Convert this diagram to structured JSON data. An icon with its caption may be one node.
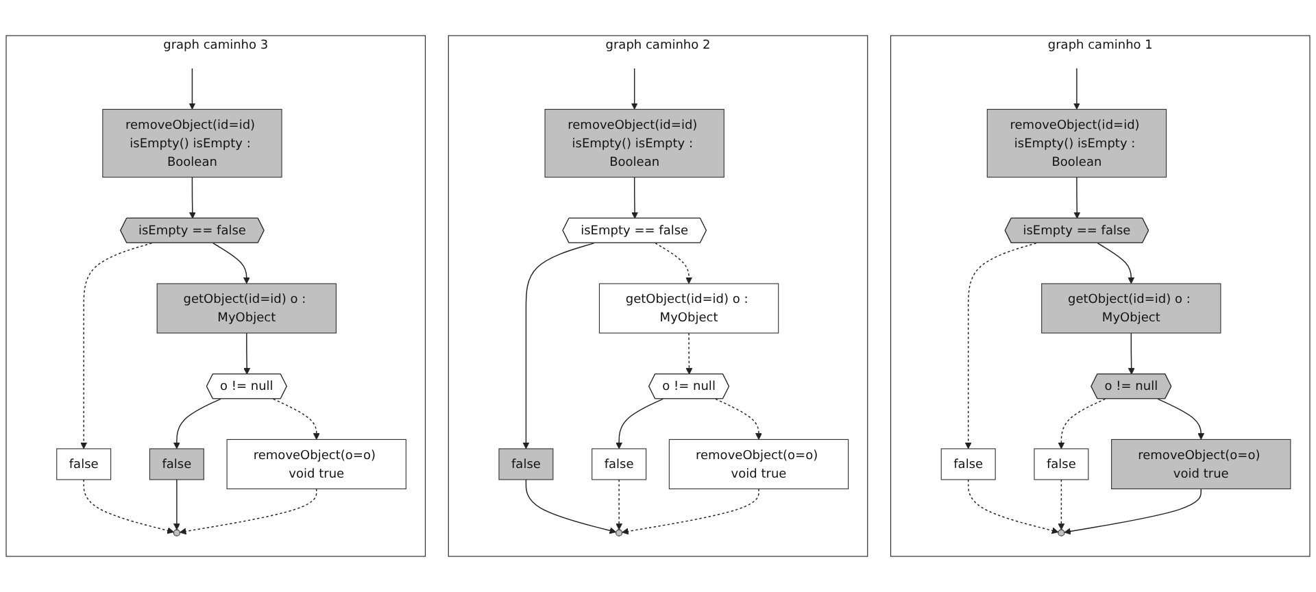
{
  "diagram": {
    "nodes": [
      {
        "text": [
          "graph caminho 1"
        ]
      },
      {
        "text": [
          "removeObject(id=id) isEmpty() isEmpty : Boolean"
        ],
        "in": 0
      },
      {
        "text": [
          "isEmpty == false"
        ],
        "in": 0
      },
      {
        "text": [
          "false"
        ],
        "in": 0
      },
      {
        "text": [
          "getObject(id=id) o : MyObject"
        ],
        "in": 0
      },
      {
        "text": [
          "o != null"
        ],
        "in": 0
      },
      {
        "text": [
          "false"
        ],
        "in": 0
      },
      {
        "text": [
          "removeObject(o=o) void true"
        ],
        "in": 0
      },
      {
        "text": [],
        "shape": "circle",
        "in": 0
      },
      {
        "text": [
          "graph caminho 2"
        ]
      },
      {
        "text": [
          "removeObject(id=id) isEmpty() isEmpty : Boolean"
        ],
        "in": 9
      },
      {
        "text": [
          "isEmpty == false"
        ],
        "in": 9
      },
      {
        "text": [
          "false"
        ],
        "in": 9
      },
      {
        "text": [
          "getObject(id=id) o : MyObject"
        ],
        "in": 9
      },
      {
        "text": [
          "o != null"
        ],
        "in": 9
      },
      {
        "text": [
          "false"
        ],
        "in": 9
      },
      {
        "text": [
          "removeObject(o=o) void true"
        ],
        "in": 9
      },
      {
        "text": [],
        "shape": "circle",
        "in": 9
      },
      {
        "text": [
          "graph caminho 3"
        ]
      },
      {
        "text": [
          "removeObject(id=id) isEmpty() isEmpty : Boolean"
        ],
        "in": 18
      },
      {
        "text": [
          "isEmpty == false"
        ],
        "in": 18
      },
      {
        "text": [
          "false"
        ],
        "in": 18
      },
      {
        "text": [
          "getObject(id=id) o : MyObject"
        ],
        "in": 18
      },
      {
        "text": [
          "o != null"
        ],
        "in": 18
      },
      {
        "text": [
          "false"
        ],
        "in": 18
      },
      {
        "text": [
          "removeObject(o=o) void true"
        ],
        "in": 18
      },
      {
        "text": [],
        "shape": "circle",
        "in": 18
      }
    ],
    "edges": [
      {
        "from": null,
        "to": 1,
        "arrow": "to"
      },
      {
        "from": 1,
        "to": 2,
        "arrow": "to"
      },
      {
        "from": 2,
        "to": 3,
        "arrow": "to",
        "style": "dashed"
      },
      {
        "from": 3,
        "to": 8,
        "arrow": "to",
        "style": "dashed"
      },
      {
        "from": 2,
        "to": 4,
        "arrow": "to"
      },
      {
        "from": 4,
        "to": 5,
        "arrow": "to"
      },
      {
        "from": 5,
        "to": 6,
        "arrow": "to",
        "style": "dashed"
      },
      {
        "from": 6,
        "to": 8,
        "arrow": "to",
        "style": "dashed"
      },
      {
        "from": 5,
        "to": 7,
        "arrow": "to"
      },
      {
        "from": 7,
        "to": 8,
        "arrow": "to"
      },
      {
        "from": null,
        "to": 10,
        "arrow": "to"
      },
      {
        "from": 10,
        "to": 11,
        "arrow": "to"
      },
      {
        "from": 11,
        "to": 12,
        "arrow": "to"
      },
      {
        "from": 12,
        "to": 17,
        "arrow": "to"
      },
      {
        "from": 11,
        "to": 13,
        "arrow": "to",
        "style": "dashed"
      },
      {
        "from": 13,
        "to": 14,
        "arrow": "to",
        "style": "dashed"
      },
      {
        "from": 14,
        "to": 15,
        "arrow": "to"
      },
      {
        "from": 15,
        "to": 17,
        "arrow": "to",
        "style": "dashed"
      },
      {
        "from": 14,
        "to": 16,
        "arrow": "to",
        "style": "dashed"
      },
      {
        "from": 16,
        "to": 17,
        "arrow": "to",
        "style": "dashed"
      },
      {
        "from": null,
        "to": 19,
        "arrow": "to"
      },
      {
        "from": 19,
        "to": 20,
        "arrow": "to"
      },
      {
        "from": 20,
        "to": 21,
        "arrow": "to",
        "style": "dashed"
      },
      {
        "from": 21,
        "to": 26,
        "arrow": "to",
        "style": "dashed"
      },
      {
        "from": 20,
        "to": 22,
        "arrow": "to"
      },
      {
        "from": 22,
        "to": 23,
        "arrow": "to"
      },
      {
        "from": 23,
        "to": 24,
        "arrow": "to"
      },
      {
        "from": 24,
        "to": 26,
        "arrow": "to"
      },
      {
        "from": 23,
        "to": 25,
        "arrow": "to",
        "style": "dashed"
      },
      {
        "from": 25,
        "to": 26,
        "arrow": "to",
        "style": "dashed"
      }
    ]
  }
}
